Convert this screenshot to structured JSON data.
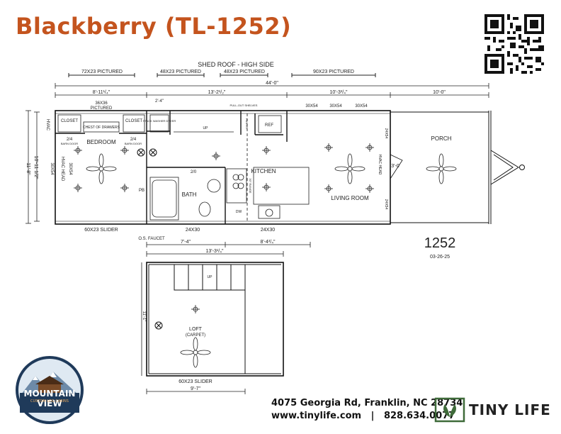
{
  "header": {
    "title": "Blackberry (TL-1252)"
  },
  "plan": {
    "roof_label": "SHED ROOF - HIGH SIDE",
    "windows_top": [
      "72X23 PICTURED",
      "48X23 PICTURED",
      "48X23 PICTURED",
      "90X23 PICTURED"
    ],
    "overall_length": "44'-0\"",
    "dims_top": [
      "8'-11¹/₄\"",
      "13'-2¹/₂\"",
      "10'-3³/₄\"",
      "10'-0\""
    ],
    "window_36": "36X36",
    "window_36_sub": "PICTURED",
    "dim_2_4": "2'-4\"",
    "pullout_shelves": "PULL-OUT SHELVES",
    "windows_30": [
      "30X54",
      "30X54",
      "30X54"
    ],
    "dim_width_a": "10'-11 1/2\"",
    "dim_width_b": "11'-8\"",
    "windows_side": [
      "30X54",
      "30X54"
    ],
    "rooms": {
      "bedroom": "BEDROOM",
      "bath": "BATH",
      "kitchen": "KITCHEN",
      "living": "LIVING ROOM",
      "porch": "PORCH",
      "loft": "LOFT",
      "loft_sub": "(CARPET)"
    },
    "labels": {
      "hvac": "HVAC",
      "hvac_head": "HVAC HEAD",
      "closet_l": "CLOSET",
      "closet_r": "CLOSET",
      "chest": "CHEST OF DRAWERS",
      "barn_l": "2/4",
      "barn_l_sub": "BARN DOOR",
      "barn_r": "2/4",
      "barn_r_sub": "BARN DOOR",
      "stack": "STACK WASHER DRYER",
      "ref": "REF",
      "pantry": "PANTRY",
      "door_2_0": "2/0",
      "range": "30\" RANGE",
      "dw": "DW",
      "pb": "PB",
      "up": "UP",
      "up_loft": "UP",
      "door_3_0": "3'-0",
      "window_24_a": "24X54",
      "window_24_b": "24X54",
      "hvac_head_r": "HVAC HEAD",
      "slider_bottom": "60X23 SLIDER",
      "win_24x30_a": "24X30",
      "win_24x30_b": "24X30",
      "os_faucet": "O.S.\nFAUCET",
      "dim_7_4": "7'-4\"",
      "dim_8_4": "8'-4³/₄\"",
      "model_no": "1252",
      "date": "03-26-25",
      "loft_width": "13'-3¹/₄\"",
      "loft_depth": "11'-1\"",
      "loft_slider": "60X23 SLIDER",
      "loft_bottom": "9'-7\""
    }
  },
  "footer": {
    "address": "4075 Georgia Rd, Franklin, NC 28734",
    "website": "www.tinylife.com",
    "separator": "|",
    "phone": "828.634.0077",
    "brand": "TINY LIFE",
    "partner": "MOUNTAIN VIEW",
    "partner_sub": "CUSTOM LOG CABINS"
  },
  "colors": {
    "title": "#c4541e",
    "brand_green": "#3f6b3a",
    "logo_navy": "#1f3a5a"
  }
}
